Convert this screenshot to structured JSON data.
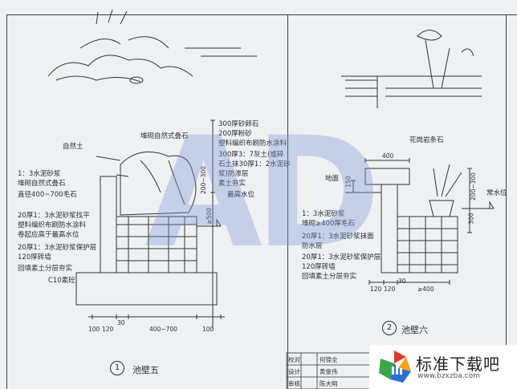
{
  "left_detail": {
    "number": "1",
    "title": "池壁五",
    "labels_right": [
      "300厚砂卵石",
      "200厚粉砂",
      "塑料编织布刷防水涂料",
      "300厚3：7灰土(或碎",
      "石土抹30厚1：2水泥砂",
      "浆)防渗层",
      "素土夯实",
      "最高水位"
    ],
    "labels_top": [
      "自然土",
      "堆砌自然式叠石"
    ],
    "labels_left": [
      "1：3水泥砂浆",
      "堆砌自然式叠石",
      "直径400~700毛石",
      "20厚1：3水泥砂浆找平",
      "塑料编织布刷防水涂料",
      "卷起应高于最高水位",
      "20厚1：3水泥砂浆保护层",
      "120厚砖墙",
      "回填素土分层夯实",
      "C10素砼"
    ],
    "dims_bottom": [
      "100",
      "120",
      "30",
      "400~700",
      "100"
    ],
    "dims_vertical": [
      "200~300",
      "≥500"
    ]
  },
  "right_detail": {
    "number": "2",
    "title": "池壁六",
    "labels": [
      "花岗岩条石",
      "400",
      "地面",
      "150",
      "1：3水泥砂浆",
      "堆砌≥400厚毛石",
      "20厚1：3水泥砂浆抹面",
      "防水层",
      "20厚1：3水泥砂浆保护层",
      "120厚砖墙",
      "回填素土分层夯实",
      "常水位"
    ],
    "dims_bottom": [
      "120",
      "120",
      "30",
      "≥400"
    ],
    "dims_vertical": [
      "200~300",
      "300"
    ]
  },
  "watermark": "AD",
  "title_block": {
    "rows": [
      "校对",
      "设计",
      "审核"
    ],
    "signatures": [
      "何锦全",
      "黄俊伟",
      "陈大明"
    ]
  },
  "brand": {
    "name": "标准下载吧",
    "url": "www.bzxzba.com",
    "colors": [
      "#e03a2f",
      "#f2a51a",
      "#3aa84a",
      "#2a6fd6"
    ]
  }
}
